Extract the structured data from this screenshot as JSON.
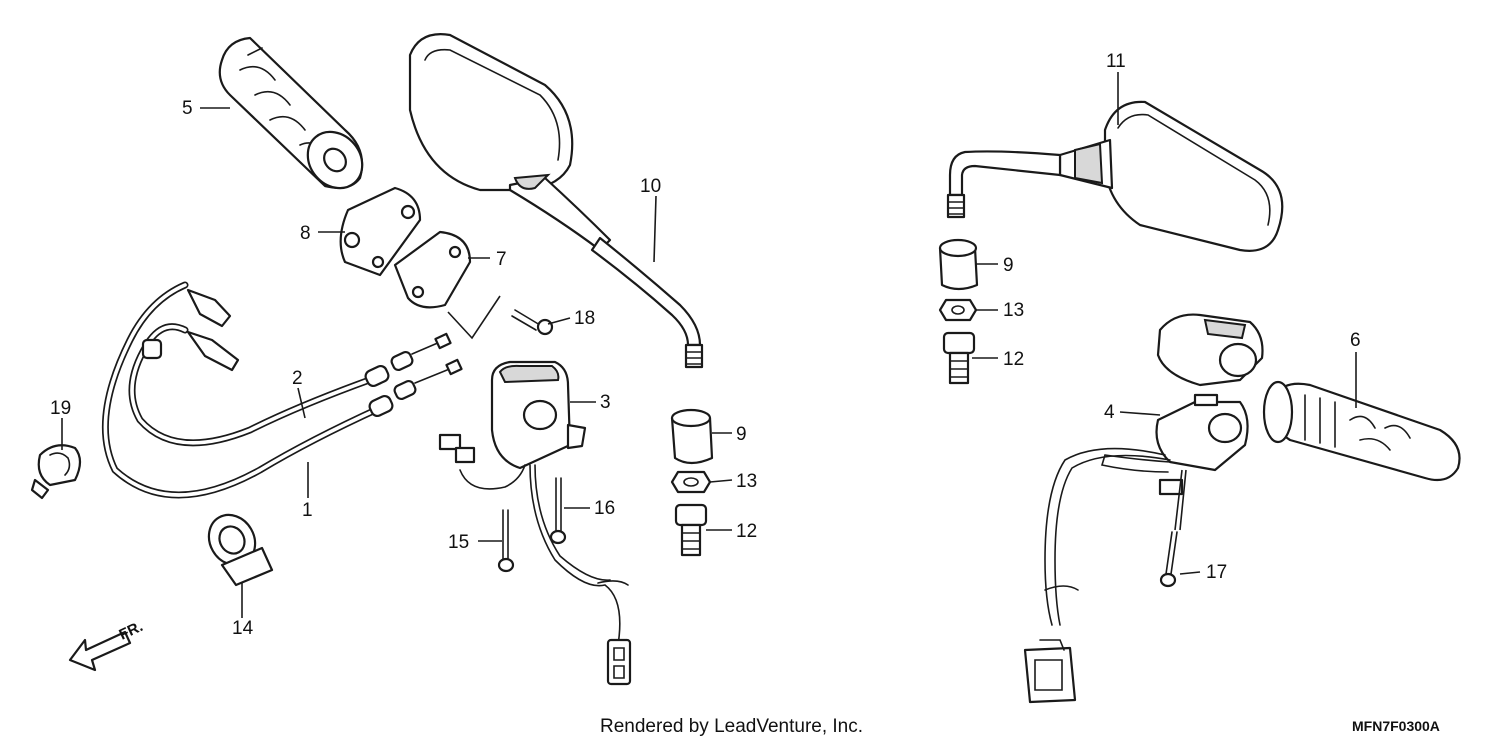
{
  "callouts": {
    "c1": "1",
    "c2": "2",
    "c3": "3",
    "c4": "4",
    "c5": "5",
    "c6": "6",
    "c7": "7",
    "c8": "8",
    "c9_left": "9",
    "c9_right": "9",
    "c10": "10",
    "c11": "11",
    "c12_left": "12",
    "c12_right": "12",
    "c13_left": "13",
    "c13_right": "13",
    "c14": "14",
    "c15": "15",
    "c16": "16",
    "c17": "17",
    "c18": "18",
    "c19": "19"
  },
  "direction_label": "FR.",
  "footer": {
    "credit": "Rendered by LeadVenture, Inc.",
    "diagram_code": "MFN7F0300A"
  }
}
